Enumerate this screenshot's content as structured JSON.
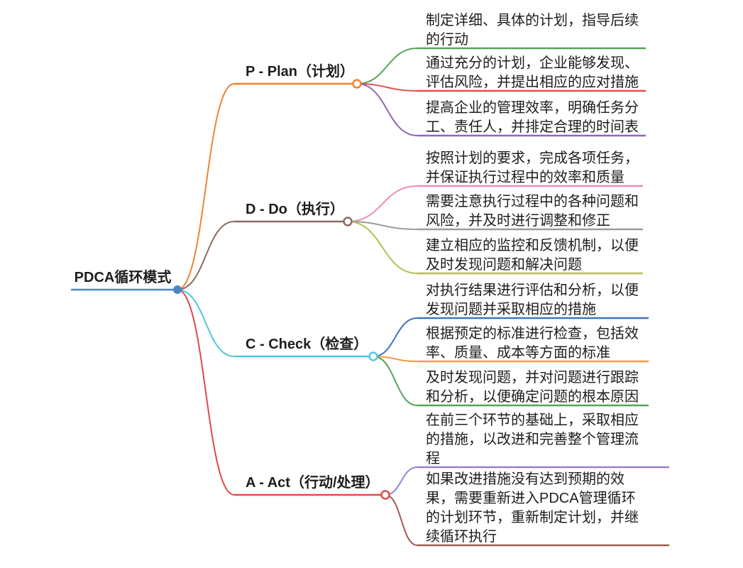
{
  "diagram": {
    "type": "mindmap",
    "title": "PDCA循环模式",
    "background": "#ffffff",
    "text_color": "#1d1d1f",
    "root": {
      "label": "PDCA循环模式",
      "color": "#4a86c5"
    },
    "branches": [
      {
        "label": "P - Plan（计划）",
        "color": "#ee8433",
        "children": [
          {
            "text": "制定详细、具体的计划，指导后续\n的行动",
            "color": "#55a458"
          },
          {
            "text": "通过充分的计划，企业能够发现、\n评估风险，并提出相应的应对措施",
            "color": "#dd5250"
          },
          {
            "text": "提高企业的管理效率，明确任务分\n工、责任人，并排定合理的时间表",
            "color": "#9066bb"
          }
        ]
      },
      {
        "label": "D - Do（执行）",
        "color": "#8d6b62",
        "children": [
          {
            "text": "按照计划的要求，完成各项任务，\n并保证执行过程中的效率和质量",
            "color": "#ef8cbb"
          },
          {
            "text": "需要注意执行过程中的各种问题和\n风险，并及时进行调整和修正",
            "color": "#9c9c9c"
          },
          {
            "text": "建立相应的监控和反馈机制，以便\n及时发现问题和解决问题",
            "color": "#b9bf4c"
          }
        ]
      },
      {
        "label": "C - Check（检查）",
        "color": "#54c6de",
        "children": [
          {
            "text": "对执行结果进行评估和分析，以便\n发现问题并采取相应的措施",
            "color": "#4073c4"
          },
          {
            "text": "根据预定的标准进行检查，包括效\n率、质量、成本等方面的标准",
            "color": "#f49a40"
          },
          {
            "text": "及时发现问题，并对问题进行跟踪\n和分析，以便确定问题的根本原因",
            "color": "#55a458"
          }
        ]
      },
      {
        "label": "A - Act（行动/处理）",
        "color": "#e04a4a",
        "children": [
          {
            "text": "在前三个环节的基础上，采取相应\n的措施，以改进和完善整个管理流\n程",
            "color": "#9a7ed0"
          },
          {
            "text": "如果改进措施没有达到预期的效\n果，需要重新进入PDCA管理循环\n的计划环节，重新制定计划，并继\n续循环执行",
            "color": "#9c5b51"
          }
        ]
      }
    ]
  }
}
